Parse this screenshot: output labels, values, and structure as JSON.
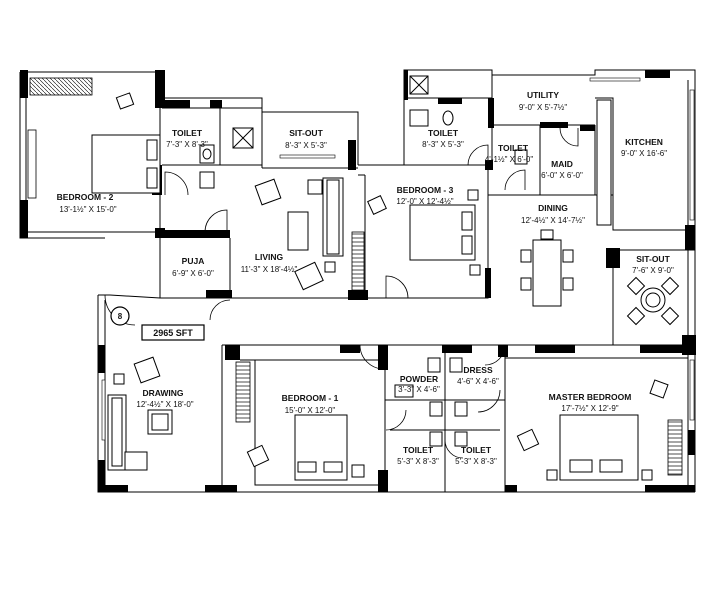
{
  "rooms": {
    "bedroom2": {
      "name": "BEDROOM - 2",
      "dim": "13'-1½\" X 15'-0\""
    },
    "toilet_a": {
      "name": "TOILET",
      "dim": "7'-3\" X 8'-3\""
    },
    "sitout_a": {
      "name": "SIT-OUT",
      "dim": "8'-3\" X 5'-3\""
    },
    "toilet_b": {
      "name": "TOILET",
      "dim": "8'-3\" X 5'-3\""
    },
    "utility": {
      "name": "UTILITY",
      "dim": "9'-0\" X 5'-7½\""
    },
    "toilet_c": {
      "name": "TOILET",
      "dim": "4'-1½\" X 6'-0\""
    },
    "maid": {
      "name": "MAID",
      "dim": "6'-0\" X 6'-0\""
    },
    "kitchen": {
      "name": "KITCHEN",
      "dim": "9'-0\" X 16'-6\""
    },
    "bedroom3": {
      "name": "BEDROOM - 3",
      "dim": "12'-0\" X 12'-4½\""
    },
    "living": {
      "name": "LIVING",
      "dim": "11'-3\" X 18'-4½\""
    },
    "dining": {
      "name": "DINING",
      "dim": "12'-4½\" X 14'-7½\""
    },
    "puja": {
      "name": "PUJA",
      "dim": "6'-9\" X 6'-0\""
    },
    "sitout_b": {
      "name": "SIT-OUT",
      "dim": "7'-6\" X 9'-0\""
    },
    "drawing": {
      "name": "DRAWING",
      "dim": "12'-4½\" X 18'-0\""
    },
    "bedroom1": {
      "name": "BEDROOM - 1",
      "dim": "15'-0\" X 12'-0\""
    },
    "powder": {
      "name": "POWDER",
      "dim": "3'-3\" X 4'-6\""
    },
    "dress": {
      "name": "DRESS",
      "dim": "4'-6\" X 4'-6\""
    },
    "master": {
      "name": "MASTER BEDROOM",
      "dim": "17'-7½\" X 12'-9\""
    },
    "toilet_d": {
      "name": "TOILET",
      "dim": "5'-3\" X 8'-3\""
    },
    "toilet_e": {
      "name": "TOILET",
      "dim": "5'-3\" X 8'-3\""
    }
  },
  "area_label": "2965 SFT",
  "unit_number": "8"
}
